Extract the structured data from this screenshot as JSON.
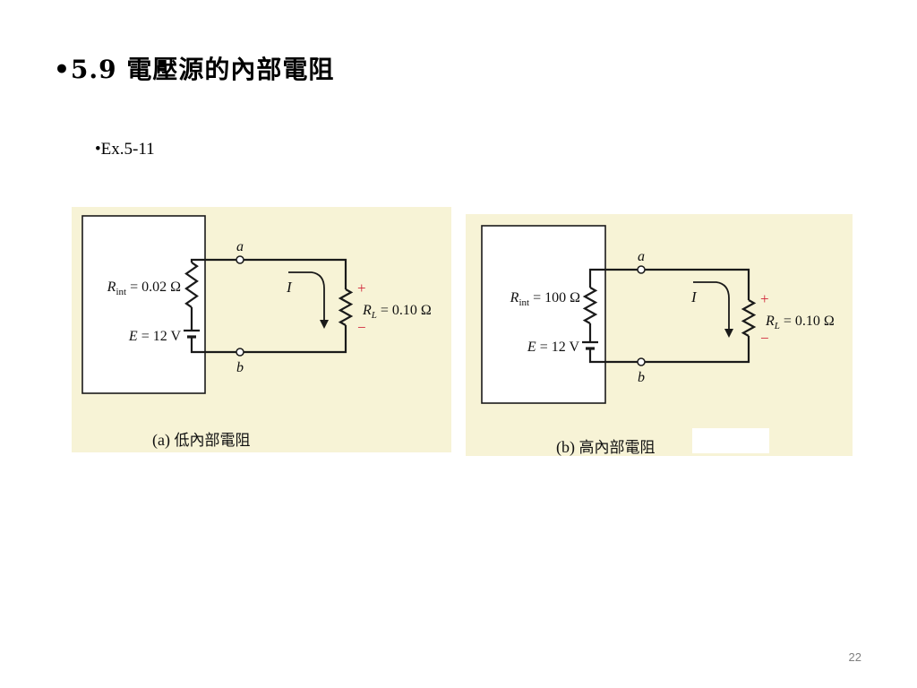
{
  "slide": {
    "title": "•5.9 電壓源的內部電阻",
    "bullet": "•Ex.5-11",
    "page_number": "22"
  },
  "figures": [
    {
      "id": "a",
      "r_int_label": "R",
      "r_int_sub": "int",
      "r_int_value": " = 0.02 Ω",
      "source_label": "E",
      "source_value": " = 12 V",
      "node_a": "a",
      "node_b": "b",
      "current_label": "I",
      "plus": "+",
      "minus": "−",
      "load_label": "R",
      "load_sub": "L",
      "load_value": " = 0.10 Ω",
      "caption_prefix": "(a) ",
      "caption_text": "低內部電阻"
    },
    {
      "id": "b",
      "r_int_label": "R",
      "r_int_sub": "int",
      "r_int_value": " = 100 Ω",
      "source_label": "E",
      "source_value": " = 12 V",
      "node_a": "a",
      "node_b": "b",
      "current_label": "I",
      "plus": "+",
      "minus": "−",
      "load_label": "R",
      "load_sub": "L",
      "load_value": " = 0.10 Ω",
      "caption_prefix": "(b) ",
      "caption_text": "高內部電阻"
    }
  ]
}
